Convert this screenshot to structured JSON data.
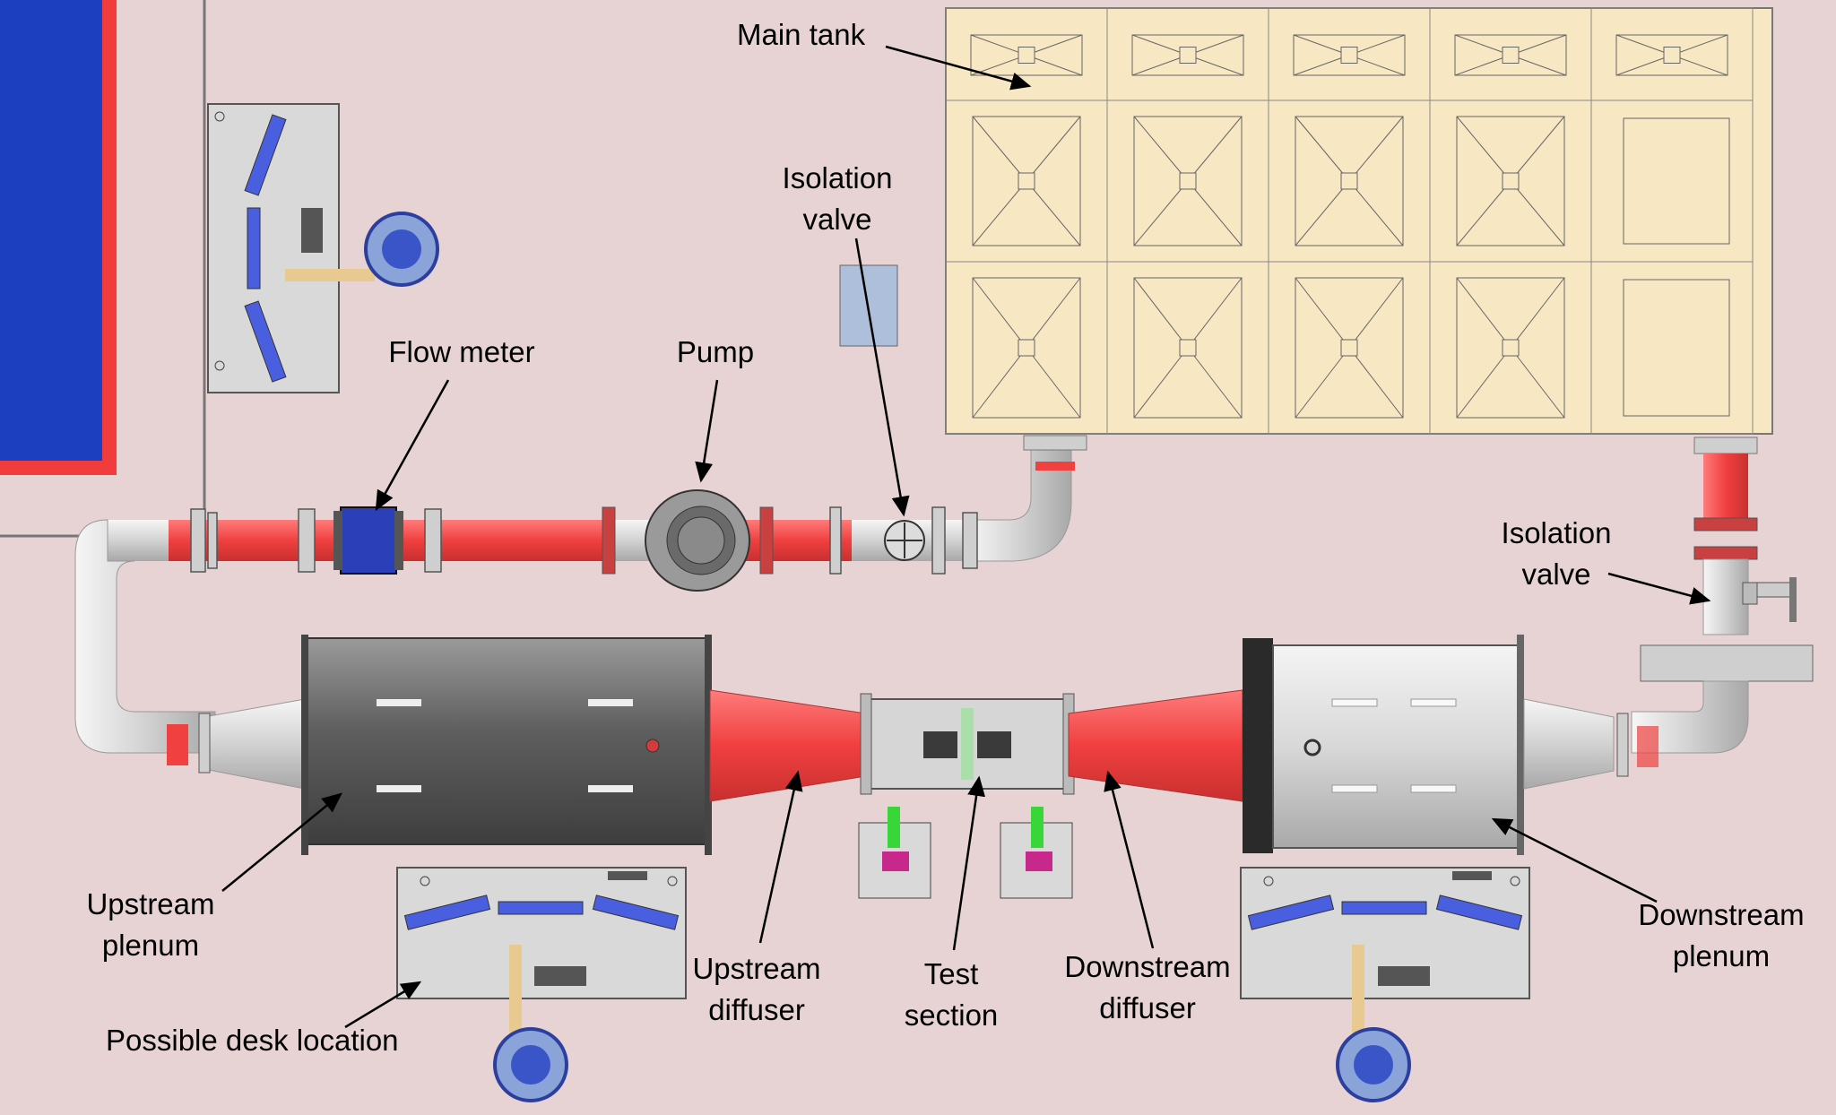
{
  "labels": {
    "main_tank": "Main tank",
    "isolation_valve_top_1": "Isolation",
    "isolation_valve_top_2": "valve",
    "flow_meter": "Flow meter",
    "pump": "Pump",
    "isolation_valve_right_1": "Isolation",
    "isolation_valve_right_2": "valve",
    "upstream_plenum_1": "Upstream",
    "upstream_plenum_2": "plenum",
    "possible_desk": "Possible desk location",
    "upstream_diffuser_1": "Upstream",
    "upstream_diffuser_2": "diffuser",
    "test_section_1": "Test",
    "test_section_2": "section",
    "downstream_diffuser_1": "Downstream",
    "downstream_diffuser_2": "diffuser",
    "downstream_plenum_1": "Downstream",
    "downstream_plenum_2": "plenum"
  },
  "colors": {
    "background": "#e8d3d4",
    "pipe_red": "#f24a4a",
    "pipe_grey": "#d9d9d9",
    "tank": "#f7e7c3",
    "blue_block": "#1c3fbf"
  }
}
